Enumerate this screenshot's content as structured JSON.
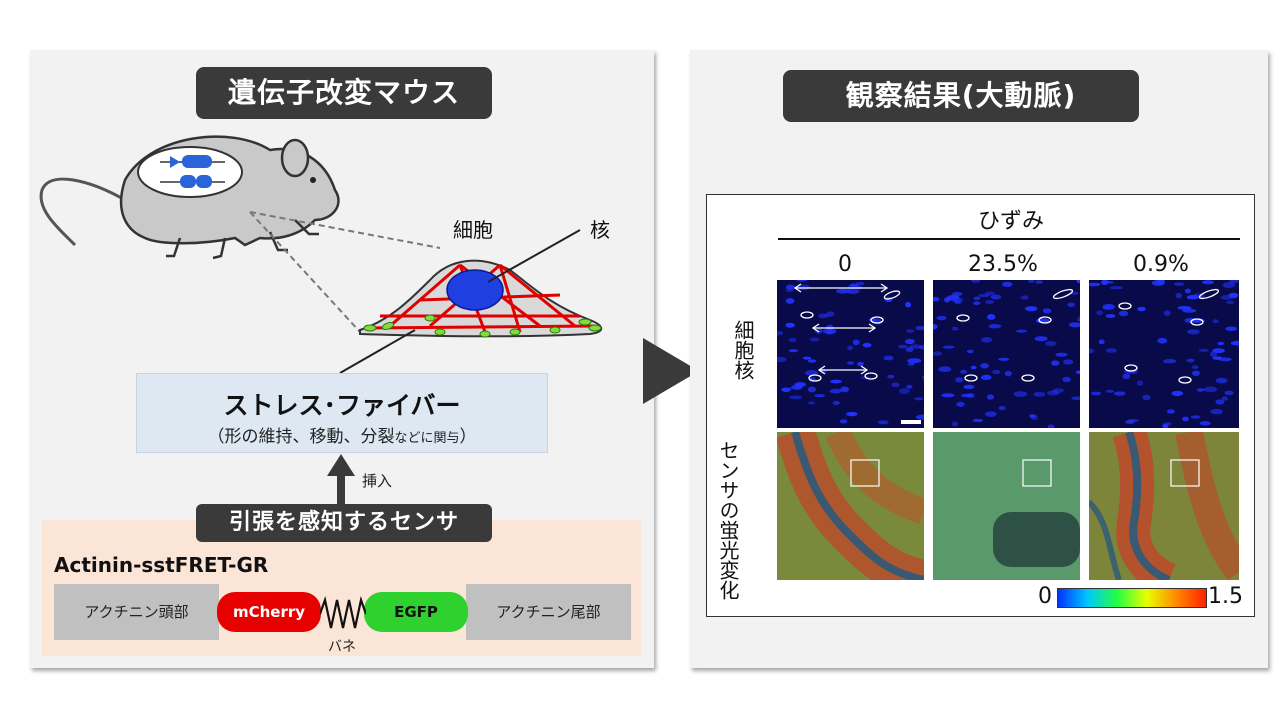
{
  "left_panel": {
    "title": "遺伝子改変マウス",
    "cell_label": "細胞",
    "nucleus_label": "核",
    "stress_fiber_title": "ストレス･ファイバー",
    "stress_fiber_sub_main": "（形の維持、移動、分裂",
    "stress_fiber_sub_small": "などに関与",
    "stress_fiber_sub_end": "）",
    "insert_label": "挿入",
    "sensor_title": "引張を感知するセンサ",
    "construct_name": "Actinin-sstFRET-GR",
    "segments": {
      "head": "アクチニン頭部",
      "mcherry": "mCherry",
      "egfp": "EGFP",
      "tail": "アクチニン尾部",
      "spring": "バネ"
    },
    "colors": {
      "mcherry": "#e60000",
      "egfp": "#2fd12f",
      "stress_fiber": "#e00000",
      "nucleus": "#1f3fe0"
    }
  },
  "right_panel": {
    "title": "観察結果(大動脈)",
    "strain_header": "ひずみ",
    "strain_values": [
      "0",
      "23.5%",
      "0.9%"
    ],
    "row_labels": {
      "nuclei": "細胞核",
      "sensor": "センサの蛍光変化"
    },
    "colorbar": {
      "min": "0",
      "max": "1.5"
    }
  }
}
